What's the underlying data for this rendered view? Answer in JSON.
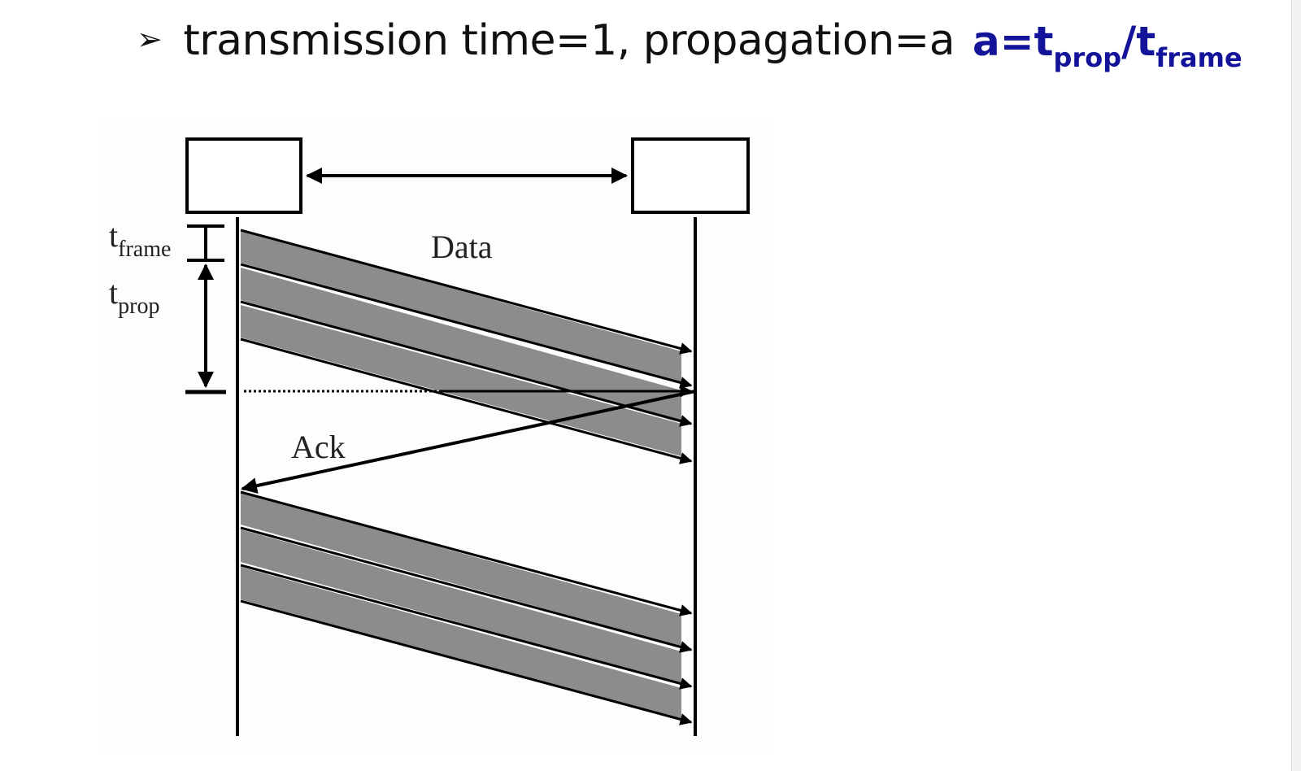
{
  "slide": {
    "bullet_symbol": "➢",
    "bullet_text": "transmission time=1, propagation=a",
    "formula": {
      "lhs": "a=t",
      "num_sub": "prop",
      "slash": "/t",
      "den_sub": "frame",
      "color": "#14149a"
    }
  },
  "diagram": {
    "label_data": "Data",
    "label_ack": "Ack",
    "t_frame_main": "t",
    "t_frame_sub": "frame",
    "t_prop_main": "t",
    "t_prop_sub": "prop",
    "frame_fill": "#8c8c8c",
    "line_color": "#000000",
    "first_burst_frames": 3,
    "second_burst_frames": 3,
    "ack_count": 1
  }
}
